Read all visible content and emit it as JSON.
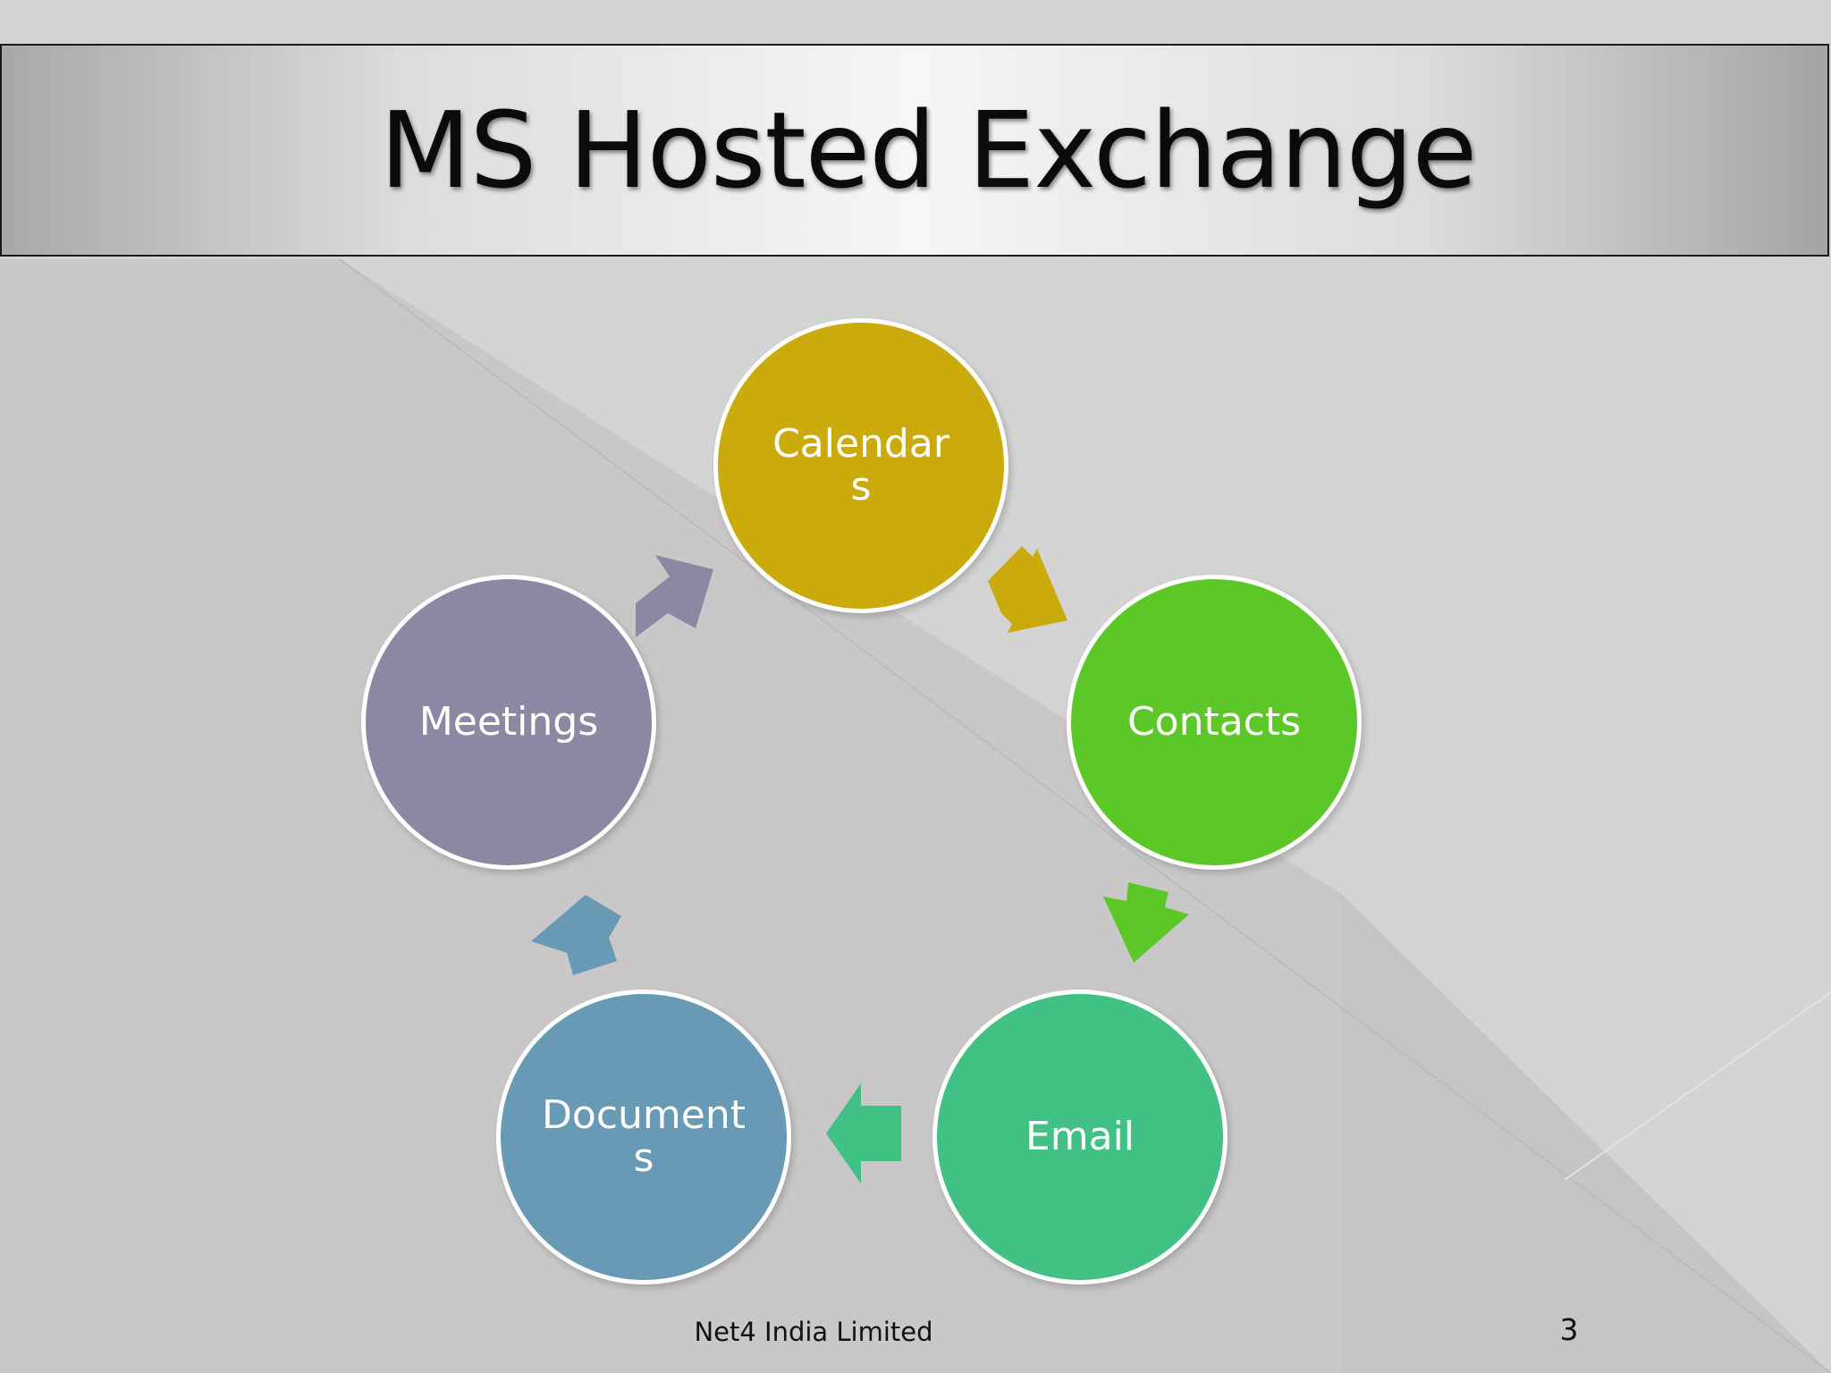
{
  "title": "MS Hosted Exchange",
  "cycle": [
    {
      "label": "Calendar\ns",
      "color": "#cbaa0b"
    },
    {
      "label": "Contacts",
      "color": "#5cc828"
    },
    {
      "label": "Email",
      "color": "#42c184"
    },
    {
      "label": "Document\ns",
      "color": "#6899b5"
    },
    {
      "label": "Meetings",
      "color": "#8c88a3"
    }
  ],
  "arrows": [
    {
      "from": "Calendar s",
      "to": "Contacts",
      "color": "#cbaa0b"
    },
    {
      "from": "Contacts",
      "to": "Email",
      "color": "#5cc828"
    },
    {
      "from": "Email",
      "to": "Document s",
      "color": "#42c184"
    },
    {
      "from": "Document s",
      "to": "Meetings",
      "color": "#6899b5"
    },
    {
      "from": "Meetings",
      "to": "Calendar s",
      "color": "#8c88a3"
    }
  ],
  "footer": "Net4 India Limited",
  "page_number": "3"
}
